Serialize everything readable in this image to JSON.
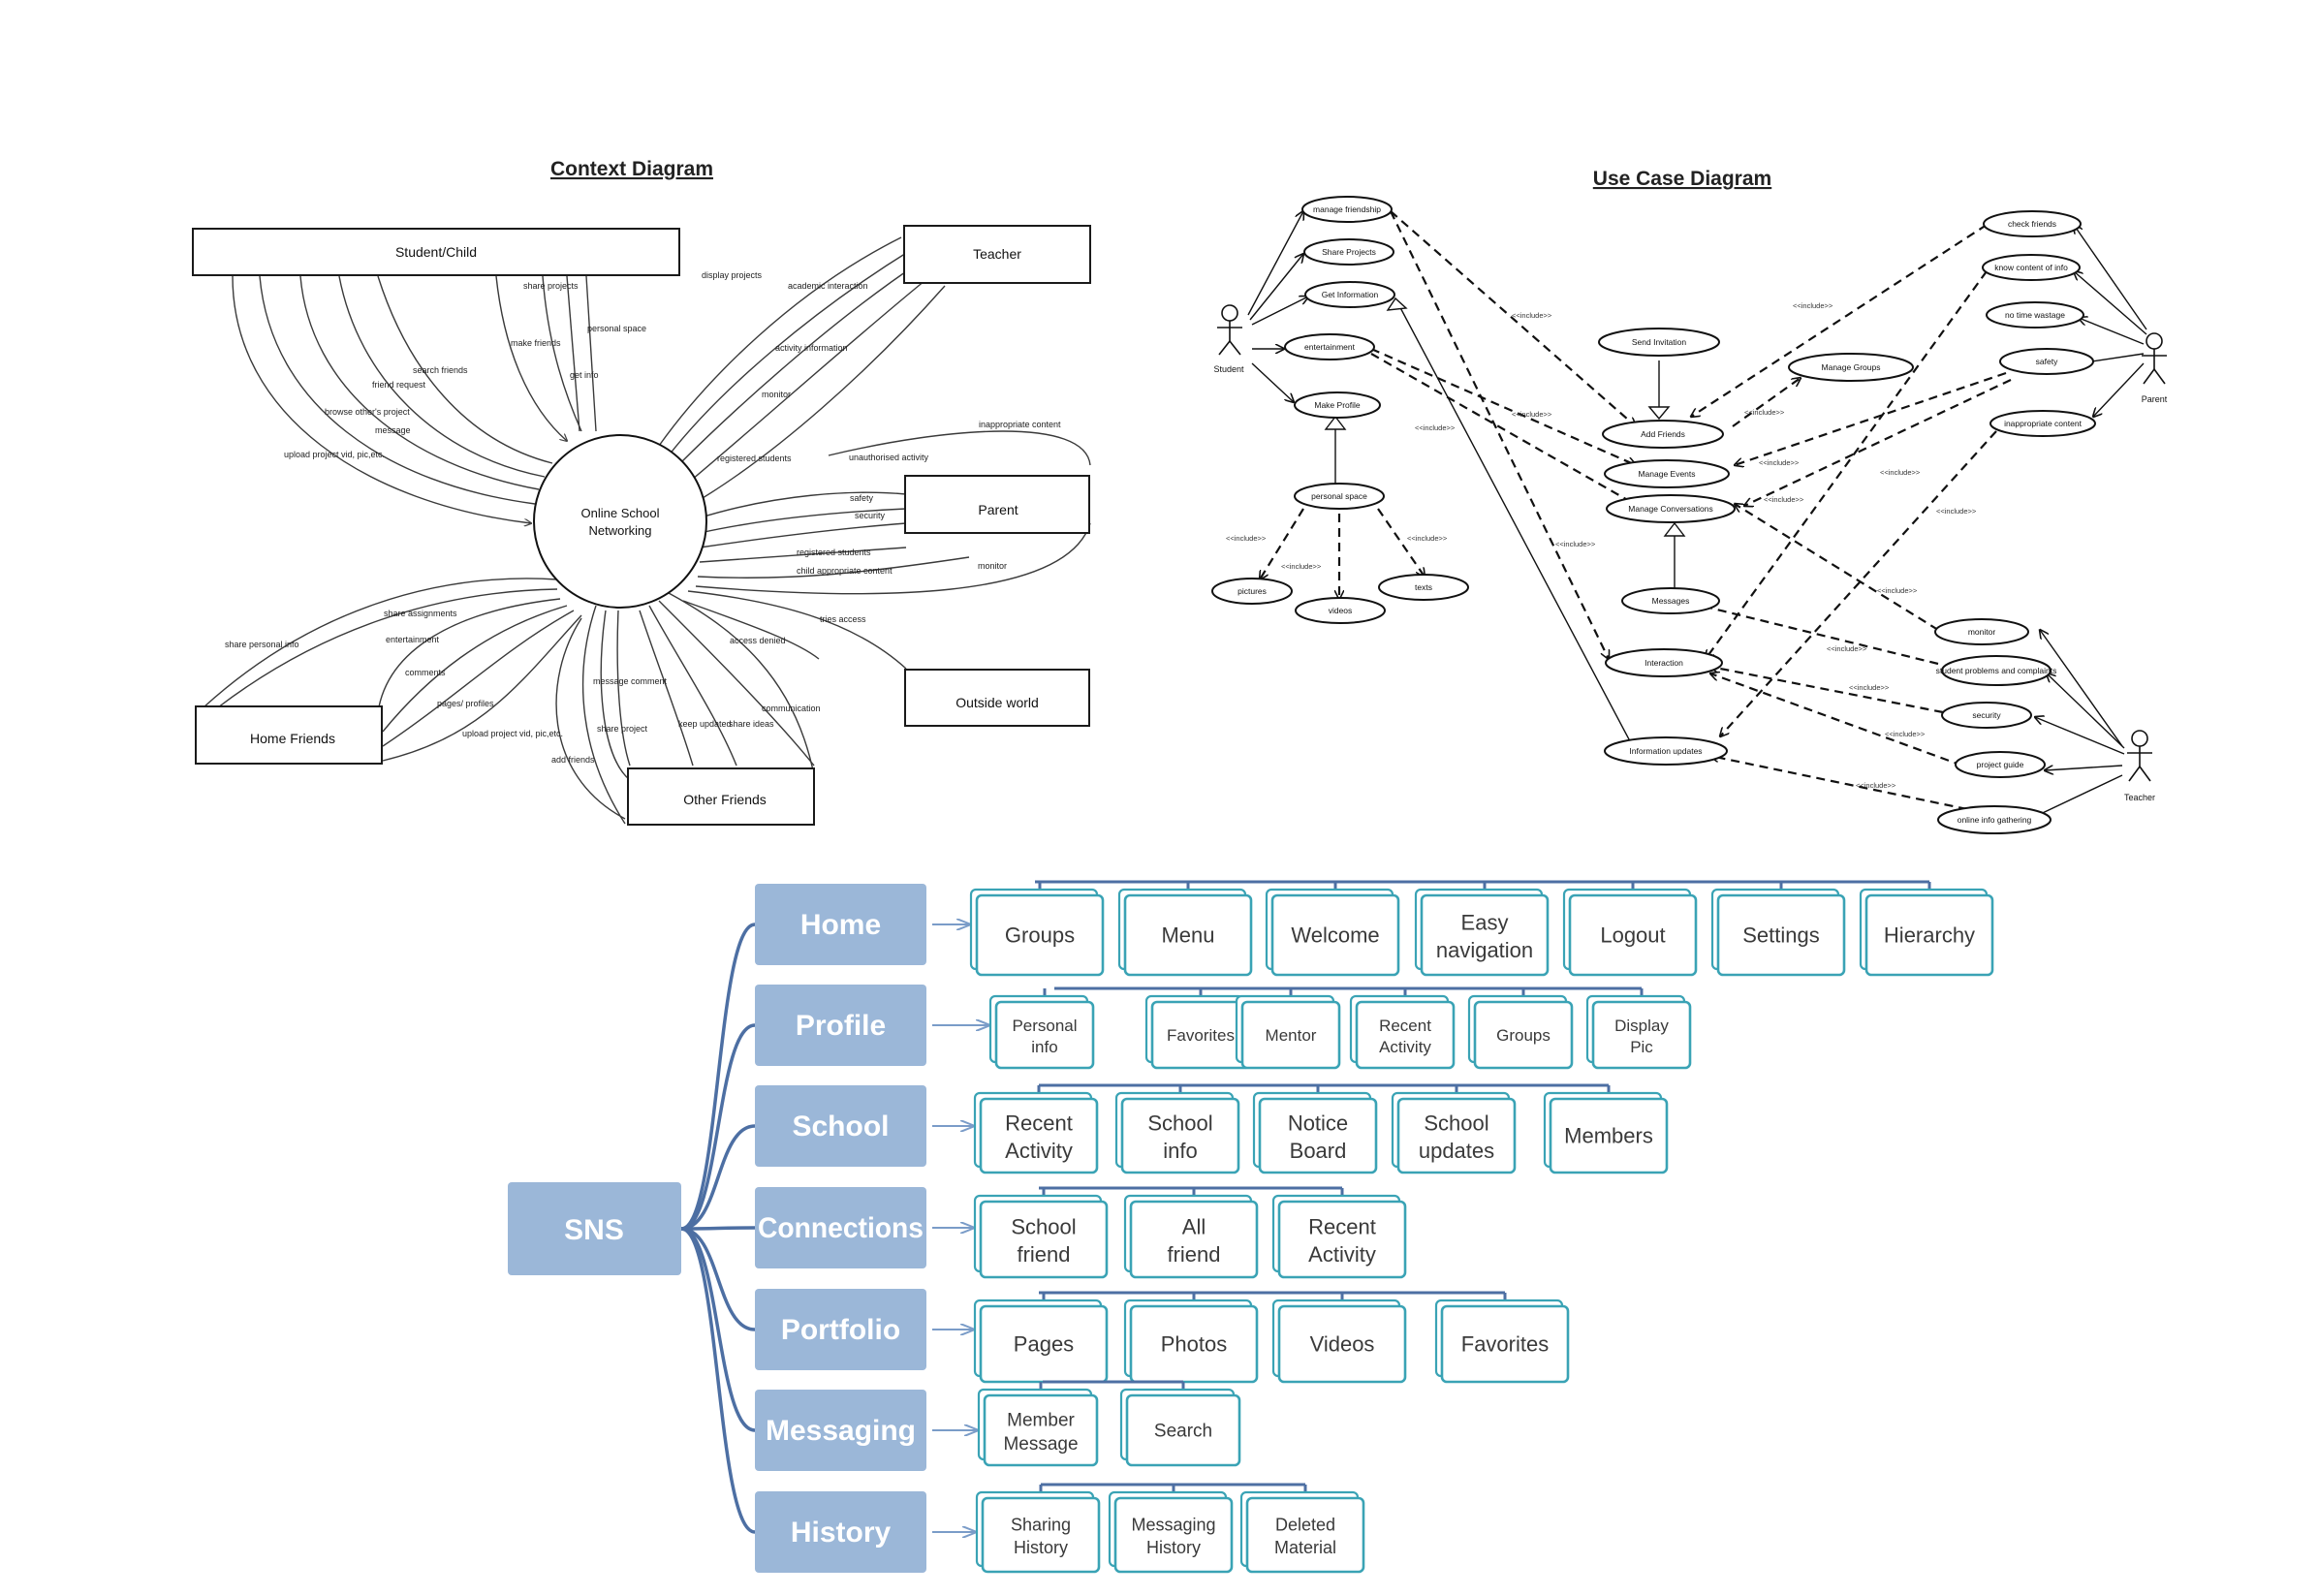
{
  "context_diagram": {
    "title": "Context Diagram",
    "center": "Online School Networking",
    "entities": {
      "student": "Student/Child",
      "teacher": "Teacher",
      "parent": "Parent",
      "outside": "Outside world",
      "home": "Home Friends",
      "other": "Other Friends"
    },
    "flow_labels": [
      "share projects",
      "make friends",
      "get info",
      "personal space",
      "search friends",
      "friend request",
      "browse other's project",
      "message",
      "upload project vid, pic,etc.",
      "display projects",
      "academic interaction",
      "activity information",
      "monitor",
      "registered students",
      "inappropriate content",
      "unauthorised activity",
      "safety",
      "security",
      "registered students",
      "child appropriate content",
      "monitor",
      "tries access",
      "access denied",
      "share personal info",
      "share assignments",
      "entertainment",
      "comments",
      "pages/ profiles",
      "upload project vid, pic,etc.",
      "message comment",
      "share project",
      "add friends",
      "keep updated",
      "share ideas",
      "communication"
    ]
  },
  "use_case_diagram": {
    "title": "Use Case Diagram",
    "actors": [
      "Student",
      "Parent",
      "Teacher"
    ],
    "left_cases": [
      "manage friendship",
      "Share Projects",
      "Get Information",
      "entertainment",
      "Make Profile",
      "personal space",
      "pictures",
      "videos",
      "texts"
    ],
    "middle_cases": [
      "Send Invitation",
      "Add Friends",
      "Manage Groups",
      "Manage Events",
      "Manage Conversations",
      "Messages",
      "Interaction",
      "Information updates"
    ],
    "parent_cases": [
      "check friends",
      "know content of info",
      "no time wastage",
      "safety",
      "inappropriate content"
    ],
    "teacher_cases": [
      "monitor",
      "student problems and complaints",
      "security",
      "project guide",
      "online info gathering"
    ],
    "include_label": "<<include>>"
  },
  "sns_hierarchy": {
    "root": "SNS",
    "categories": [
      {
        "label": "Home",
        "children": [
          "Groups",
          "Menu",
          "Welcome",
          "Easy navigation",
          "Logout",
          "Settings",
          "Hierarchy"
        ]
      },
      {
        "label": "Profile",
        "children": [
          "Personal info",
          "Favorites",
          "Mentor",
          "Recent Activity",
          "Groups",
          "Display Pic"
        ]
      },
      {
        "label": "School",
        "children": [
          "Recent Activity",
          "School info",
          "Notice Board",
          "School updates",
          "Members"
        ]
      },
      {
        "label": "Connections",
        "children": [
          "School friend",
          "All friend",
          "Recent Activity"
        ]
      },
      {
        "label": "Portfolio",
        "children": [
          "Pages",
          "Photos",
          "Videos",
          "Favorites"
        ]
      },
      {
        "label": "Messaging",
        "children": [
          "Member Message",
          "Search"
        ]
      },
      {
        "label": "History",
        "children": [
          "Sharing History",
          "Messaging History",
          "Deleted Material"
        ]
      }
    ]
  }
}
